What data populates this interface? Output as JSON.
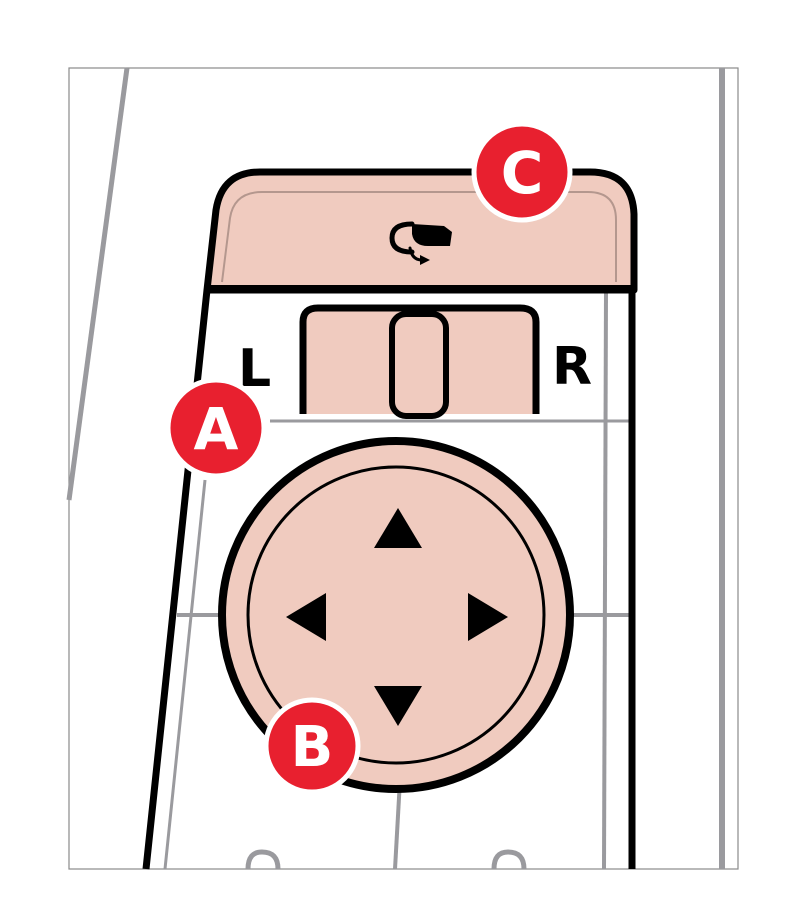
{
  "diagram": {
    "side_labels": {
      "left": "L",
      "right": "R"
    },
    "callouts": [
      {
        "id": "A",
        "text": "A"
      },
      {
        "id": "B",
        "text": "B"
      },
      {
        "id": "C",
        "text": "C"
      }
    ],
    "dpad_arrows": [
      "up",
      "left",
      "right",
      "down"
    ],
    "icons": [
      "mirror-fold-icon"
    ],
    "colors": {
      "button_fill": "#f0cbbf",
      "callout_fill": "#e8202f",
      "outline": "#000000",
      "guide_gray": "#9a9a9e"
    }
  }
}
